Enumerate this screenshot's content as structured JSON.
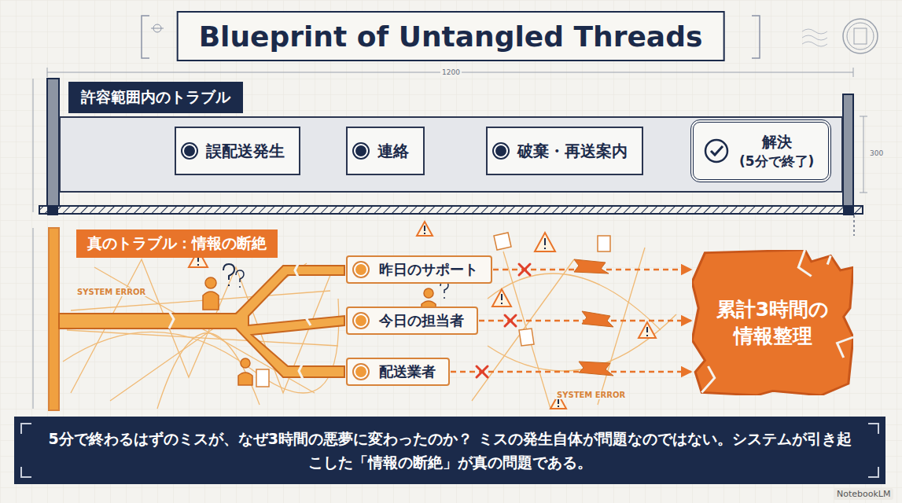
{
  "diagram": {
    "title": "Blueprint of Untangled Threads",
    "caption": "5分で終わるはずのミスが、なぜ3時間の悪夢に変わったのか？ ミスの発生自体が問題なのではない。システムが引き起こした「情報の断絶」が真の問題である。",
    "nodes": [
      {
        "text": [
          "許容範囲内のトラブル"
        ]
      },
      {
        "text": [
          "誤配送発生"
        ],
        "in": 0
      },
      {
        "text": [
          "連絡"
        ],
        "in": 0
      },
      {
        "text": [
          "破棄・再送案内"
        ],
        "in": 0
      },
      {
        "text": [
          "解決",
          "(5分で終了)"
        ],
        "in": 0
      },
      {
        "text": [
          "真のトラブル：情報の断絶"
        ]
      },
      {
        "text": [
          "昨日のサポート"
        ],
        "in": 5
      },
      {
        "text": [
          "今日の担当者"
        ],
        "in": 5
      },
      {
        "text": [
          "配送業者"
        ],
        "in": 5
      },
      {
        "text": [
          "累計3時間の情報整理"
        ],
        "in": 5
      }
    ],
    "edges": [
      {
        "from": 1,
        "to": 2,
        "arrow": "to"
      },
      {
        "from": 2,
        "to": 3,
        "arrow": "to"
      },
      {
        "from": 3,
        "to": 4,
        "arrow": "to"
      },
      {
        "from": 6,
        "to": 9,
        "arrow": "to"
      },
      {
        "from": 7,
        "to": 9,
        "arrow": "to"
      },
      {
        "from": 8,
        "to": 9,
        "arrow": "to"
      }
    ],
    "labels": [
      "1200",
      "300",
      "SYSTEM ERROR",
      "SYSTEM ERROR",
      "NotebookLM"
    ]
  }
}
